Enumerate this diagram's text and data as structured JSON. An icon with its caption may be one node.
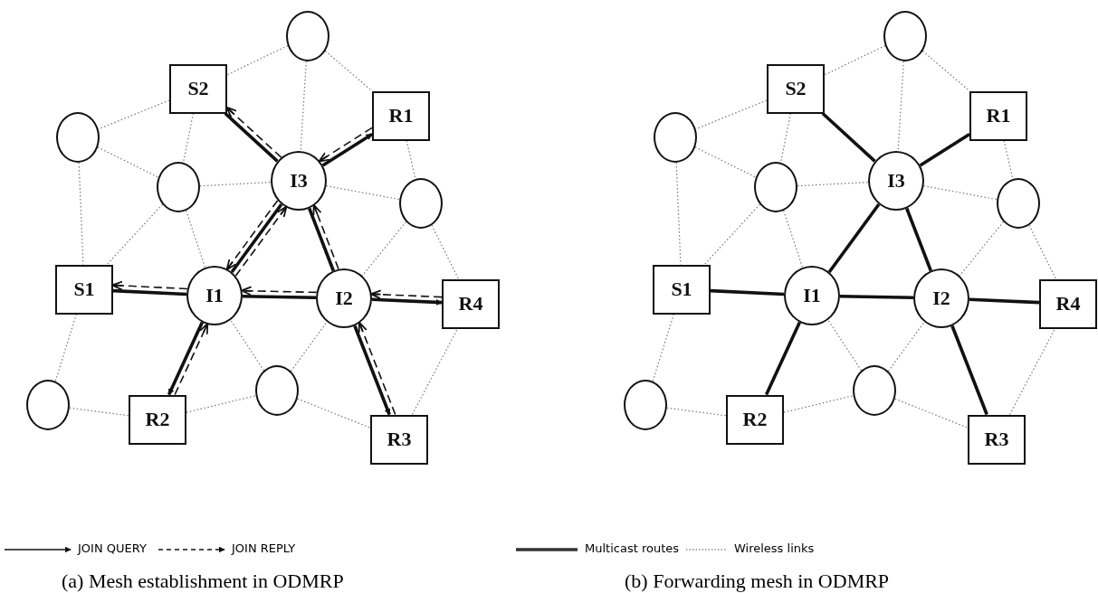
{
  "diagram": {
    "nodes": [
      {
        "text": [],
        "shape": "circle"
      },
      {
        "text": [
          "S2"
        ]
      },
      {
        "text": [
          "R1"
        ]
      },
      {
        "text": [],
        "shape": "circle"
      },
      {
        "text": [
          "I3"
        ]
      },
      {
        "text": [],
        "shape": "circle"
      },
      {
        "text": [],
        "shape": "circle"
      },
      {
        "text": [
          "S1"
        ]
      },
      {
        "text": [
          "I1"
        ]
      },
      {
        "text": [
          "I2"
        ]
      },
      {
        "text": [
          "R4"
        ]
      },
      {
        "text": [],
        "shape": "circle"
      },
      {
        "text": [],
        "shape": "circle"
      },
      {
        "text": [
          "R2"
        ]
      },
      {
        "text": [
          "R3"
        ]
      },
      {
        "text": [],
        "shape": "circle"
      },
      {
        "text": [
          "S2"
        ]
      },
      {
        "text": [
          "R1"
        ]
      },
      {
        "text": [],
        "shape": "circle"
      },
      {
        "text": [
          "I3"
        ]
      },
      {
        "text": [],
        "shape": "circle"
      },
      {
        "text": [],
        "shape": "circle"
      },
      {
        "text": [
          "S1"
        ]
      },
      {
        "text": [
          "I1"
        ]
      },
      {
        "text": [
          "I2"
        ]
      },
      {
        "text": [
          "R4"
        ]
      },
      {
        "text": [],
        "shape": "circle"
      },
      {
        "text": [],
        "shape": "circle"
      },
      {
        "text": [
          "R2"
        ]
      },
      {
        "text": [
          "R3"
        ]
      }
    ],
    "edges": [
      {
        "from": 0,
        "to": 1,
        "arrow": "none",
        "style": "dashed"
      },
      {
        "from": 0,
        "to": 2,
        "arrow": "none",
        "style": "dashed"
      },
      {
        "from": 0,
        "to": 4,
        "arrow": "none",
        "style": "dashed"
      },
      {
        "from": 1,
        "to": 3,
        "arrow": "none",
        "style": "dashed"
      },
      {
        "from": 1,
        "to": 5,
        "arrow": "none",
        "style": "dashed"
      },
      {
        "from": 3,
        "to": 5,
        "arrow": "none",
        "style": "dashed"
      },
      {
        "from": 3,
        "to": 7,
        "arrow": "none",
        "style": "dashed"
      },
      {
        "from": 5,
        "to": 4,
        "arrow": "none",
        "style": "dashed"
      },
      {
        "from": 5,
        "to": 7,
        "arrow": "none",
        "style": "dashed"
      },
      {
        "from": 5,
        "to": 8,
        "arrow": "none",
        "style": "dashed"
      },
      {
        "from": 2,
        "to": 6,
        "arrow": "none",
        "style": "dashed"
      },
      {
        "from": 4,
        "to": 6,
        "arrow": "none",
        "style": "dashed"
      },
      {
        "from": 6,
        "to": 9,
        "arrow": "none",
        "style": "dashed"
      },
      {
        "from": 6,
        "to": 10,
        "arrow": "none",
        "style": "dashed"
      },
      {
        "from": 7,
        "to": 12,
        "arrow": "none",
        "style": "dashed"
      },
      {
        "from": 12,
        "to": 13,
        "arrow": "none",
        "style": "dashed"
      },
      {
        "from": 13,
        "to": 11,
        "arrow": "none",
        "style": "dashed"
      },
      {
        "from": 11,
        "to": 8,
        "arrow": "none",
        "style": "dashed"
      },
      {
        "from": 11,
        "to": 9,
        "arrow": "none",
        "style": "dashed"
      },
      {
        "from": 11,
        "to": 14,
        "arrow": "none",
        "style": "dashed"
      },
      {
        "from": 14,
        "to": 10,
        "arrow": "none",
        "style": "dashed"
      },
      {
        "from": 1,
        "to": 4,
        "arrow": "none",
        "style": "thick",
        "color": "#111111"
      },
      {
        "from": 4,
        "to": 9,
        "arrow": "none",
        "style": "thick",
        "color": "#111111"
      },
      {
        "from": 9,
        "to": 14,
        "arrow": "to",
        "style": "thick",
        "color": "#111111"
      },
      {
        "from": 7,
        "to": 8,
        "arrow": "none",
        "style": "thick",
        "color": "#111111"
      },
      {
        "from": 8,
        "to": 9,
        "arrow": "none",
        "style": "thick",
        "color": "#111111"
      },
      {
        "from": 9,
        "to": 10,
        "arrow": "to",
        "style": "thick",
        "color": "#111111"
      },
      {
        "from": 4,
        "to": 2,
        "arrow": "to",
        "style": "thick",
        "color": "#111111"
      },
      {
        "from": 4,
        "to": 8,
        "arrow": "none",
        "style": "thick",
        "color": "#111111"
      },
      {
        "from": 8,
        "to": 13,
        "arrow": "to",
        "style": "thick",
        "color": "#111111"
      },
      {
        "from": 2,
        "to": 4,
        "arrow": "to",
        "style": "dashed",
        "color": "#111111"
      },
      {
        "from": 4,
        "to": 1,
        "arrow": "to",
        "style": "dashed",
        "color": "#111111"
      },
      {
        "from": 13,
        "to": 8,
        "arrow": "to",
        "style": "dashed",
        "color": "#111111"
      },
      {
        "from": 8,
        "to": 4,
        "arrow": "to",
        "style": "dashed",
        "color": "#111111"
      },
      {
        "from": 4,
        "to": 8,
        "arrow": "to",
        "style": "dashed",
        "color": "#111111"
      },
      {
        "from": 14,
        "to": 9,
        "arrow": "to",
        "style": "dashed",
        "color": "#111111"
      },
      {
        "from": 9,
        "to": 4,
        "arrow": "to",
        "style": "dashed",
        "color": "#111111"
      },
      {
        "from": 10,
        "to": 9,
        "arrow": "to",
        "style": "dashed",
        "color": "#111111"
      },
      {
        "from": 9,
        "to": 8,
        "arrow": "to",
        "style": "dashed",
        "color": "#111111"
      },
      {
        "from": 8,
        "to": 7,
        "arrow": "to",
        "style": "dashed",
        "color": "#111111"
      },
      {
        "from": 15,
        "to": 16,
        "arrow": "none",
        "style": "dashed"
      },
      {
        "from": 15,
        "to": 17,
        "arrow": "none",
        "style": "dashed"
      },
      {
        "from": 15,
        "to": 19,
        "arrow": "none",
        "style": "dashed"
      },
      {
        "from": 16,
        "to": 18,
        "arrow": "none",
        "style": "dashed"
      },
      {
        "from": 16,
        "to": 20,
        "arrow": "none",
        "style": "dashed"
      },
      {
        "from": 18,
        "to": 20,
        "arrow": "none",
        "style": "dashed"
      },
      {
        "from": 18,
        "to": 22,
        "arrow": "none",
        "style": "dashed"
      },
      {
        "from": 20,
        "to": 19,
        "arrow": "none",
        "style": "dashed"
      },
      {
        "from": 20,
        "to": 22,
        "arrow": "none",
        "style": "dashed"
      },
      {
        "from": 20,
        "to": 23,
        "arrow": "none",
        "style": "dashed"
      },
      {
        "from": 17,
        "to": 21,
        "arrow": "none",
        "style": "dashed"
      },
      {
        "from": 19,
        "to": 21,
        "arrow": "none",
        "style": "dashed"
      },
      {
        "from": 21,
        "to": 24,
        "arrow": "none",
        "style": "dashed"
      },
      {
        "from": 21,
        "to": 25,
        "arrow": "none",
        "style": "dashed"
      },
      {
        "from": 22,
        "to": 27,
        "arrow": "none",
        "style": "dashed"
      },
      {
        "from": 27,
        "to": 28,
        "arrow": "none",
        "style": "dashed"
      },
      {
        "from": 28,
        "to": 26,
        "arrow": "none",
        "style": "dashed"
      },
      {
        "from": 26,
        "to": 23,
        "arrow": "none",
        "style": "dashed"
      },
      {
        "from": 26,
        "to": 24,
        "arrow": "none",
        "style": "dashed"
      },
      {
        "from": 26,
        "to": 29,
        "arrow": "none",
        "style": "dashed"
      },
      {
        "from": 29,
        "to": 25,
        "arrow": "none",
        "style": "dashed"
      },
      {
        "from": 16,
        "to": 19,
        "arrow": "none",
        "style": "thick",
        "color": "#111111"
      },
      {
        "from": 17,
        "to": 19,
        "arrow": "none",
        "style": "thick",
        "color": "#111111"
      },
      {
        "from": 19,
        "to": 23,
        "arrow": "none",
        "style": "thick",
        "color": "#111111"
      },
      {
        "from": 19,
        "to": 24,
        "arrow": "none",
        "style": "thick",
        "color": "#111111"
      },
      {
        "from": 22,
        "to": 23,
        "arrow": "none",
        "style": "thick",
        "color": "#111111"
      },
      {
        "from": 23,
        "to": 24,
        "arrow": "none",
        "style": "thick",
        "color": "#111111"
      },
      {
        "from": 24,
        "to": 25,
        "arrow": "none",
        "style": "thick",
        "color": "#111111"
      },
      {
        "from": 23,
        "to": 28,
        "arrow": "none",
        "style": "thick",
        "color": "#111111"
      },
      {
        "from": 24,
        "to": 29,
        "arrow": "none",
        "style": "thick",
        "color": "#111111"
      }
    ],
    "labels": [
      "(a) Mesh establishment in ODMRP",
      "(b) Forwarding mesh in ODMRP"
    ],
    "legend": [
      {
        "text": "JOIN QUERY"
      },
      {
        "text": "JOIN REPLY"
      },
      {
        "text": "Multicast routes"
      },
      {
        "text": "Wireless links"
      }
    ]
  }
}
